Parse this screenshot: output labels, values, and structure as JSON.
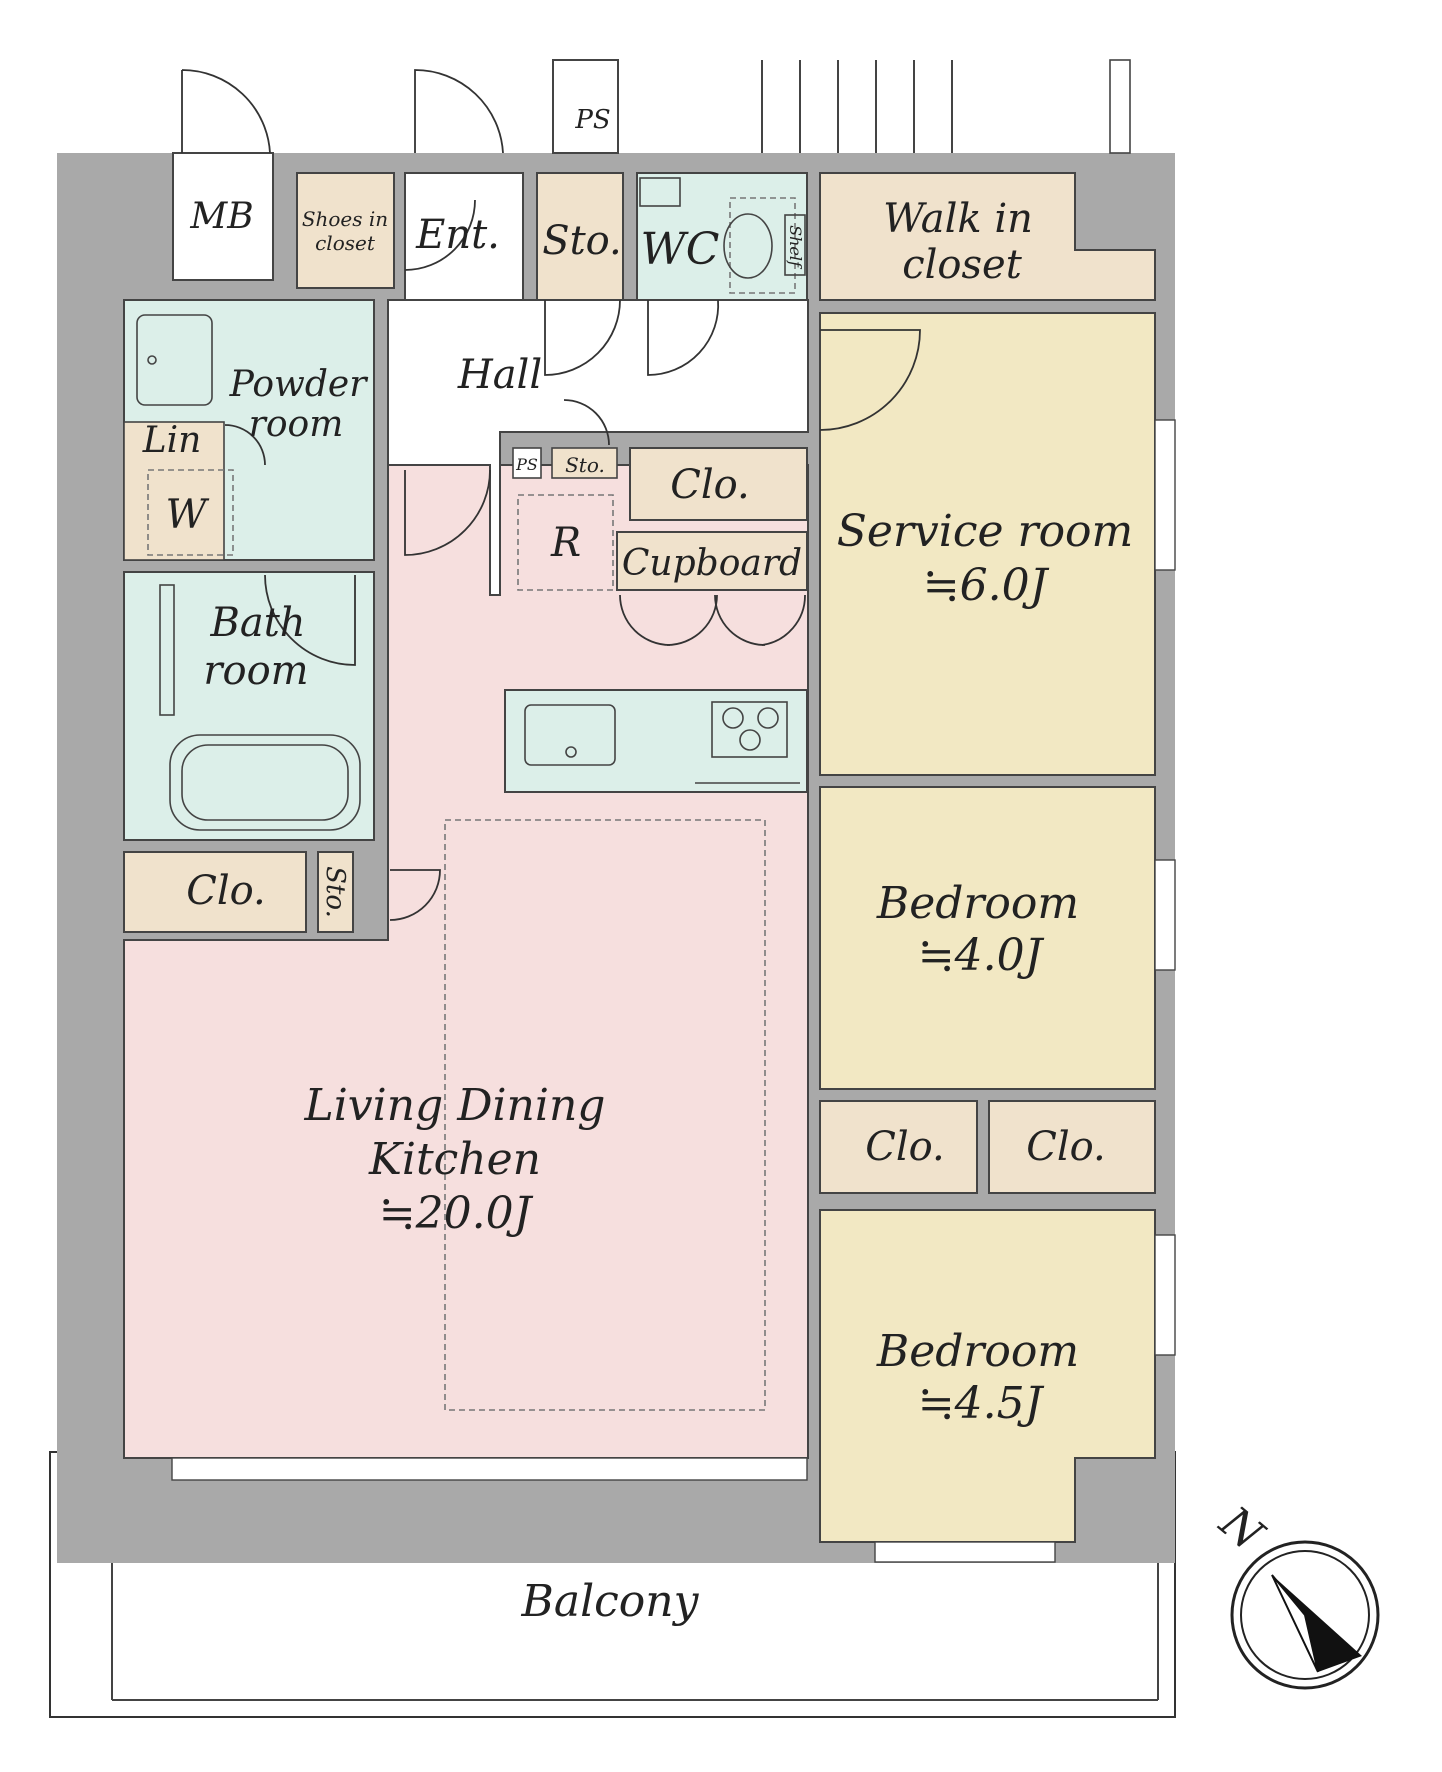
{
  "colors": {
    "living": "#f6dfde",
    "bedroom": "#f2e8c3",
    "storage": "#f0e2cc",
    "wet": "#dcefe9",
    "hall": "#ffffff",
    "wall": "#a9a9a9"
  },
  "rooms": {
    "mb": "MB",
    "shoes_line1": "Shoes in",
    "shoes_line2": "closet",
    "entrance": "Ent.",
    "sto_top": "Sto.",
    "wc": "WC",
    "shelf": "Shelf",
    "ps_top": "PS",
    "walk_in_line1": "Walk in",
    "walk_in_line2": "closet",
    "powder_line1": "Powder",
    "powder_line2": "room",
    "lin": "Lin",
    "washer": "W",
    "hall": "Hall",
    "ps_small": "PS",
    "sto_small": "Sto.",
    "clo_kitchen": "Clo.",
    "fridge": "R",
    "cupboard": "Cupboard",
    "service_name": "Service room",
    "service_size": "≒6.0J",
    "bath_line1": "Bath",
    "bath_line2": "room",
    "clo_bath": "Clo.",
    "sto_vertical": "Sto.",
    "bedroom1_name": "Bedroom",
    "bedroom1_size": "≒4.0J",
    "clo_bed_left": "Clo.",
    "clo_bed_right": "Clo.",
    "ldk_line1": "Living Dining",
    "ldk_line2": "Kitchen",
    "ldk_size": "≒20.0J",
    "bedroom2_name": "Bedroom",
    "bedroom2_size": "≒4.5J",
    "balcony": "Balcony"
  },
  "compass": {
    "north": "N"
  }
}
